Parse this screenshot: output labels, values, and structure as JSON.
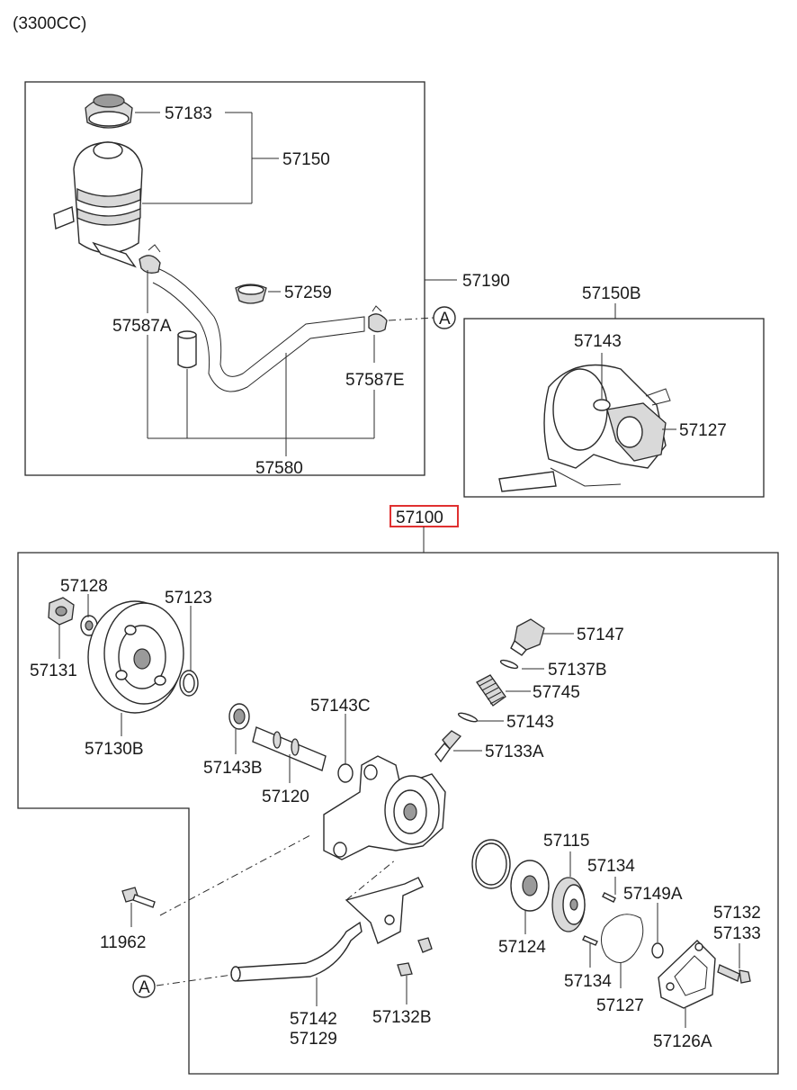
{
  "header": {
    "engine": "(3300CC)"
  },
  "reservoir_group": {
    "parts": [
      "57183",
      "57150",
      "57259",
      "57587A",
      "57587E",
      "57580",
      "57190"
    ]
  },
  "bracket_group": {
    "title": "57150B",
    "parts": [
      "57143",
      "57127"
    ]
  },
  "callout": {
    "a": "A"
  },
  "pump_assembly": {
    "label": "57100",
    "highlight_color": "#e03030",
    "parts": [
      "57128",
      "57123",
      "57131",
      "57130B",
      "57143C",
      "57143B",
      "57120",
      "57147",
      "57137B",
      "57745",
      "57143",
      "57133A",
      "57115",
      "57134",
      "57149A",
      "57132",
      "57133",
      "57124",
      "57134",
      "57127",
      "57126A",
      "11962",
      "57142",
      "57129",
      "57132B"
    ]
  }
}
